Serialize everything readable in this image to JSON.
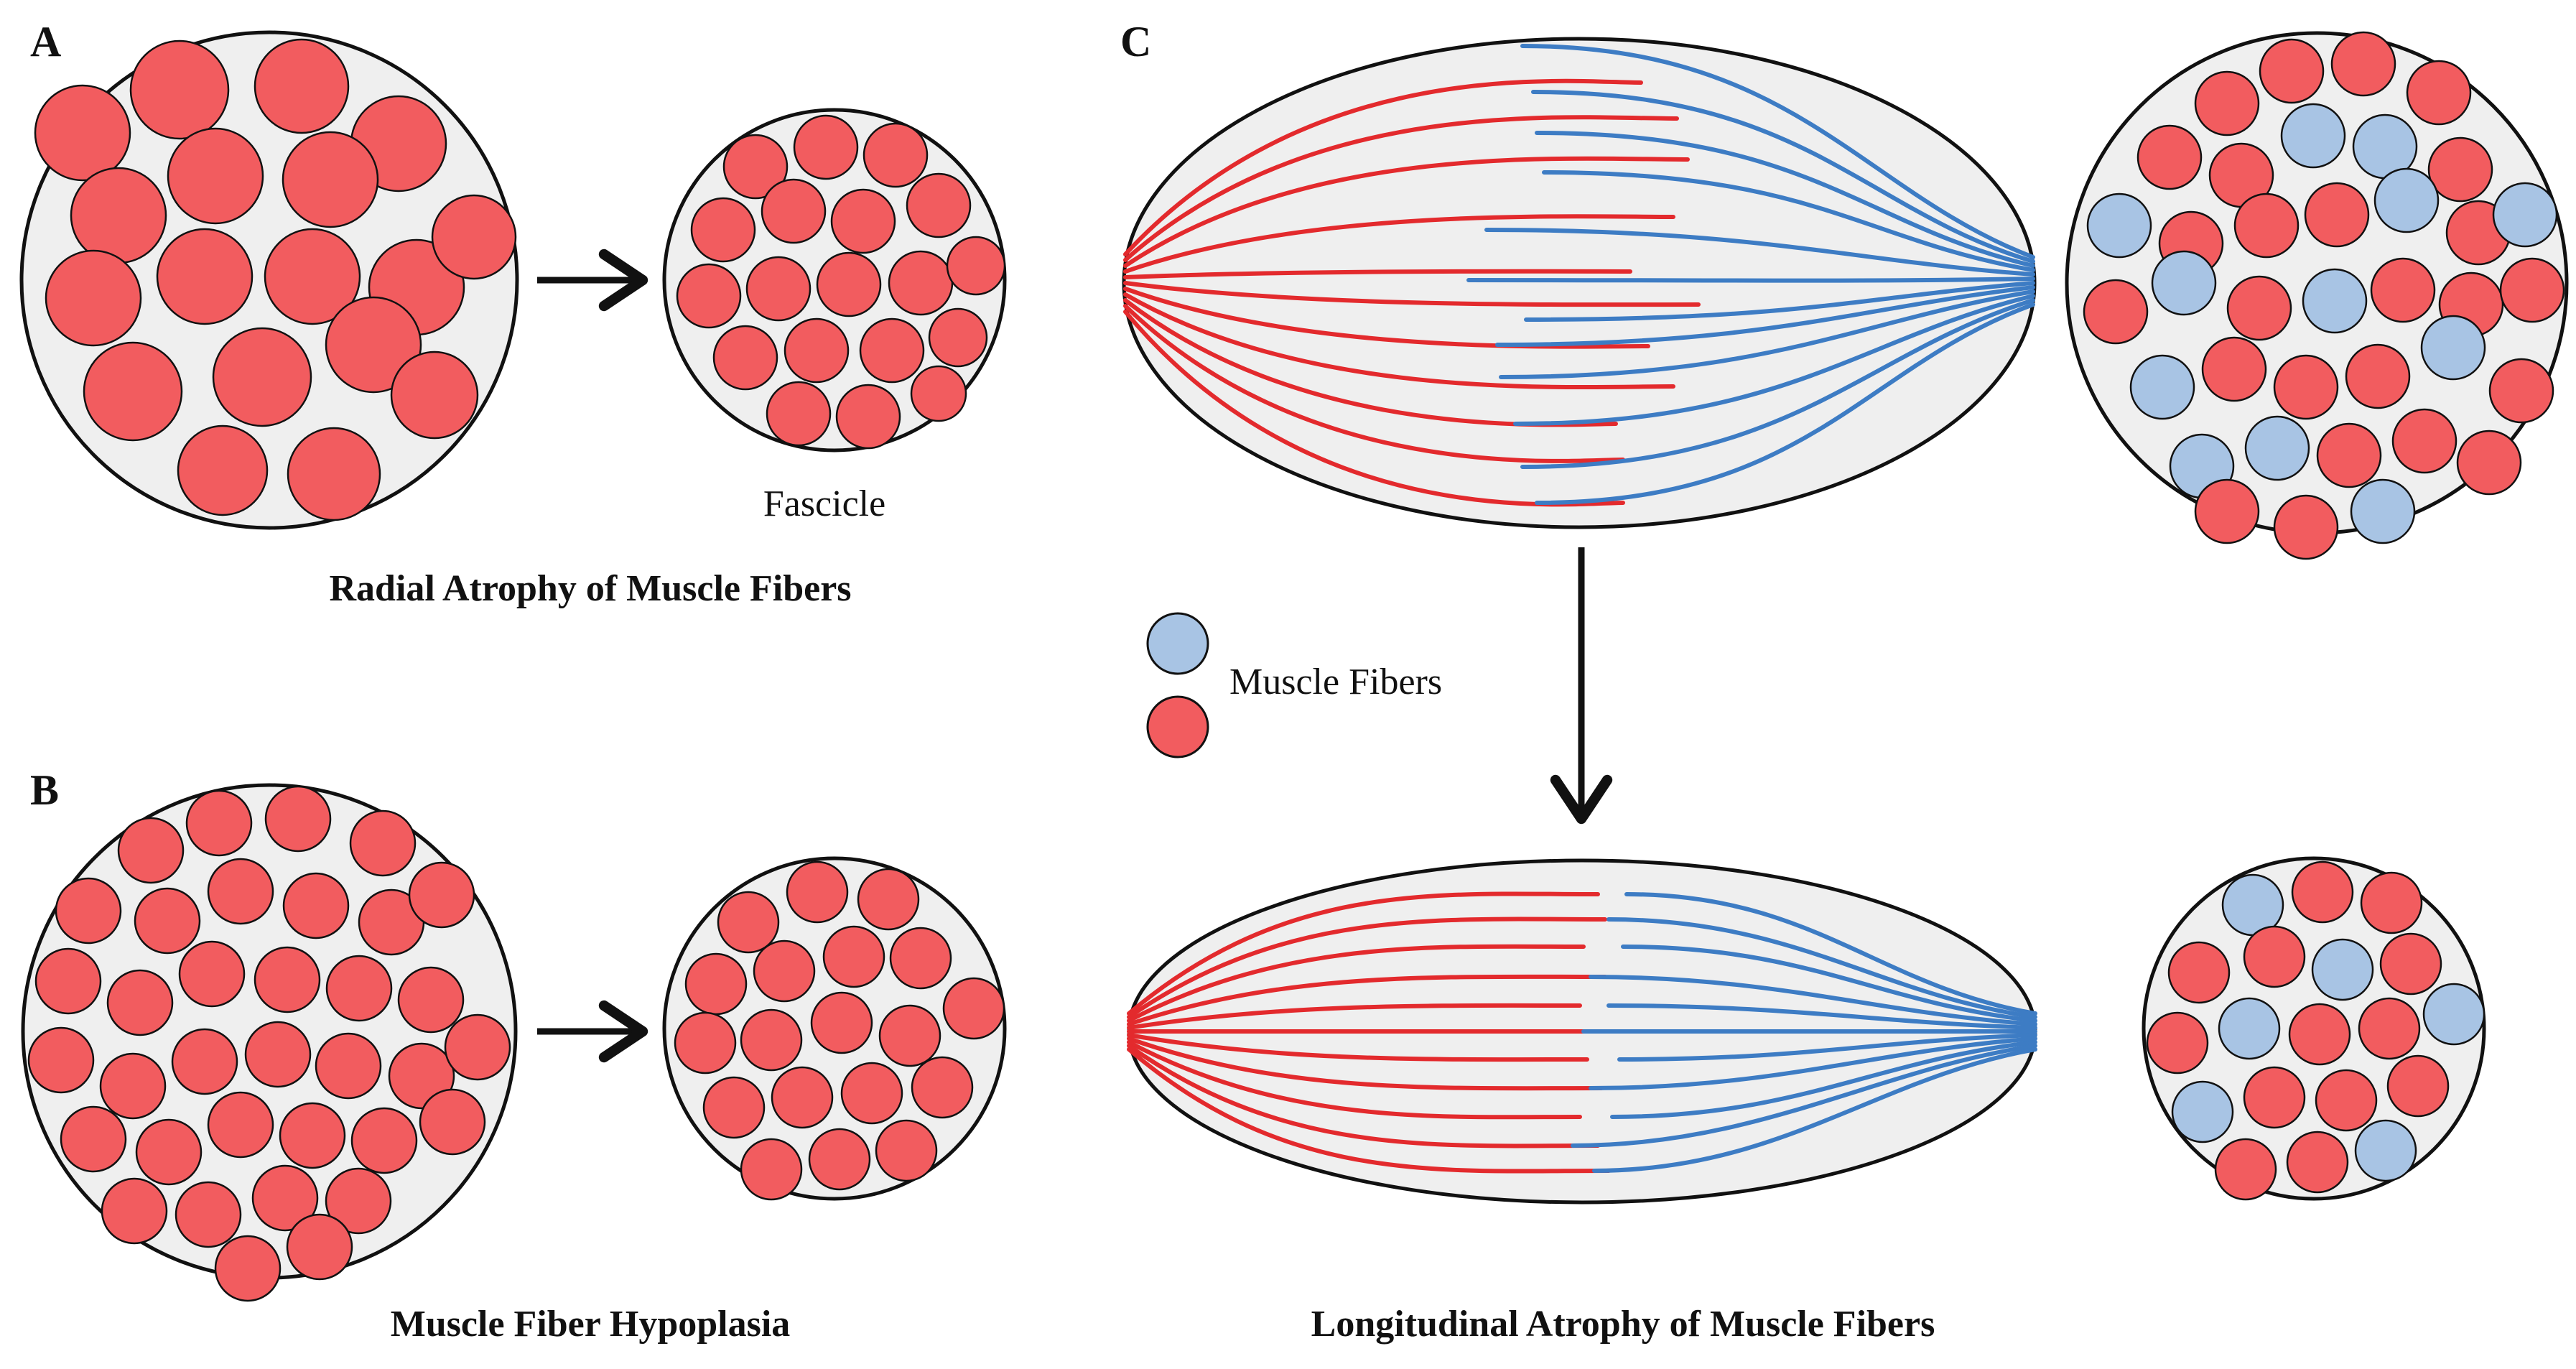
{
  "panels": {
    "a": {
      "letter": "A",
      "caption": "Radial Atrophy of Muscle Fibers",
      "fascicle_label": "Fascicle"
    },
    "b": {
      "letter": "B",
      "caption": "Muscle Fiber Hypoplasia"
    },
    "c": {
      "letter": "C",
      "caption": "Longitudinal Atrophy of Muscle Fibers"
    }
  },
  "legend": {
    "label": "Muscle Fibers"
  },
  "colors": {
    "fiber_red": "#f25c5f",
    "fiber_blue": "#a8c4e4",
    "line_red": "#e32a2d",
    "line_blue": "#3d7cc4",
    "fascicle_fill": "#efefef",
    "outline": "#111111"
  }
}
